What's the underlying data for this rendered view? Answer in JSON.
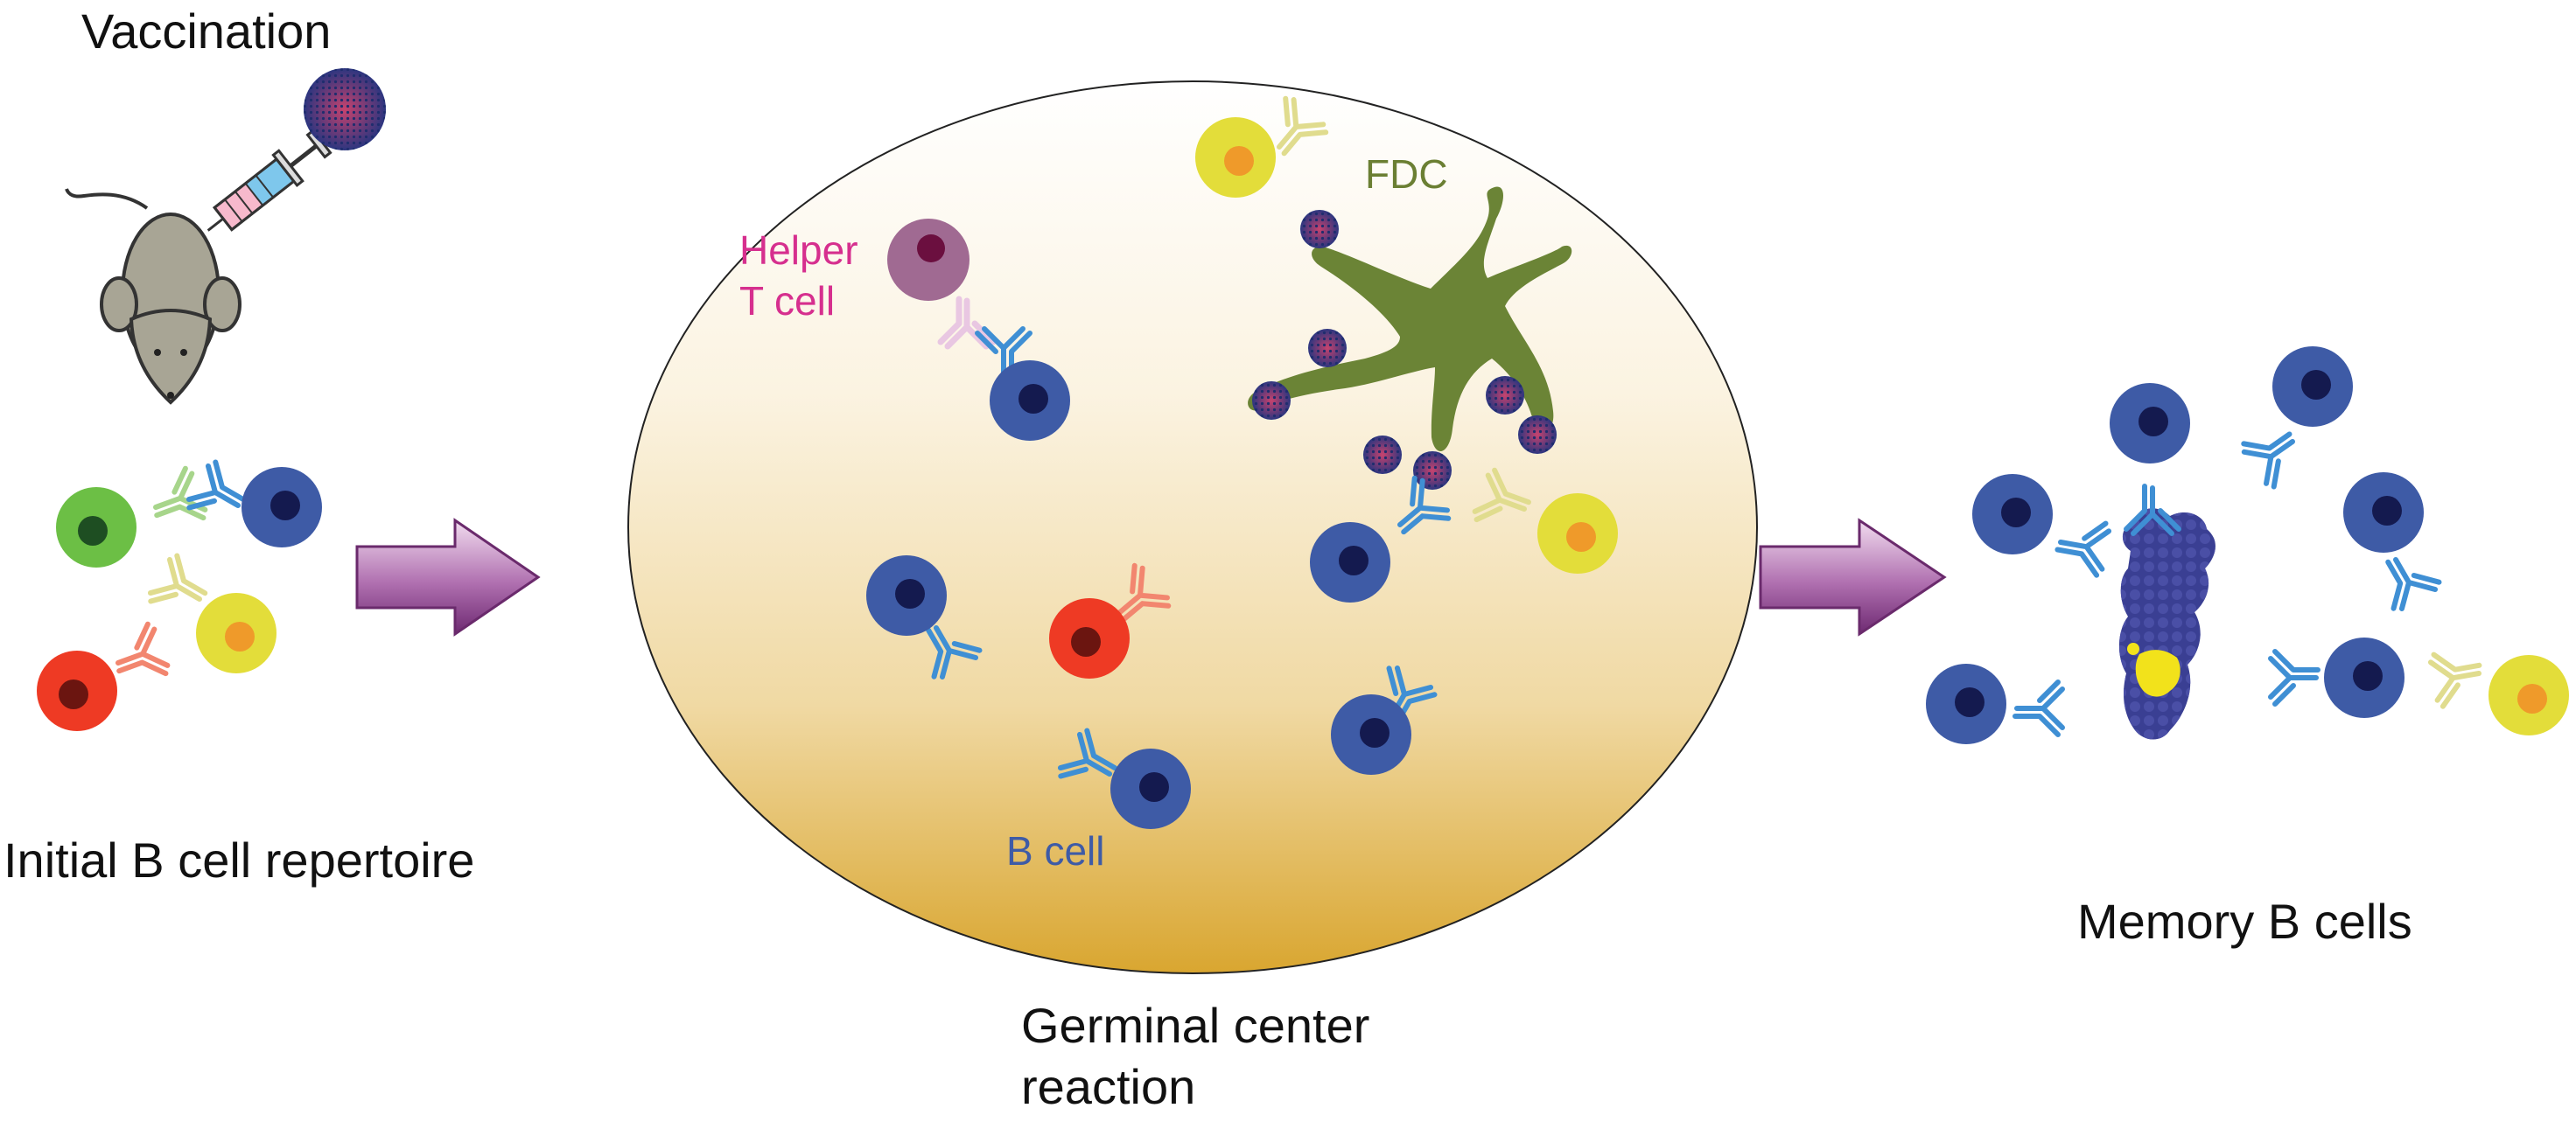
{
  "labels": {
    "vaccination": "Vaccination",
    "initial_repertoire": "Initial B cell repertoire",
    "helper_t_cell_line1": "Helper",
    "helper_t_cell_line2": "T cell",
    "fdc": "FDC",
    "b_cell": "B cell",
    "germinal_center_line1": "Germinal center",
    "germinal_center_line2": "reaction",
    "memory_b_cells": "Memory B cells"
  },
  "colors": {
    "b_cell_blue": "#3e5ba6",
    "antibody_blue": "#3f8fd4",
    "green_cell": "#6cbf45",
    "red_cell": "#ee3a24",
    "yellow_cell": "#e3dd3a",
    "fdc_green": "#6b8436",
    "helper_t_purple": "#a06a92",
    "arrow_purple": "#9a3f9b",
    "germinal_center_gold": "#d9a630"
  }
}
